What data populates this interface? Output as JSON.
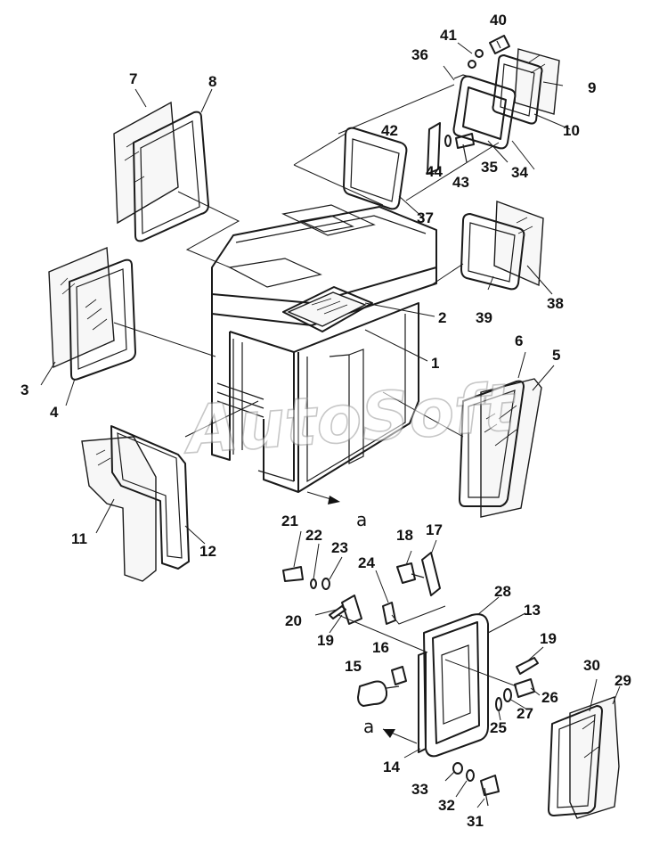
{
  "watermark": "AutoSoft",
  "view_marker": "a",
  "callouts": [
    {
      "id": "c1",
      "text": "1"
    },
    {
      "id": "c2",
      "text": "2"
    },
    {
      "id": "c3",
      "text": "3"
    },
    {
      "id": "c4",
      "text": "4"
    },
    {
      "id": "c5",
      "text": "5"
    },
    {
      "id": "c6",
      "text": "6"
    },
    {
      "id": "c7",
      "text": "7"
    },
    {
      "id": "c8",
      "text": "8"
    },
    {
      "id": "c9",
      "text": "9"
    },
    {
      "id": "c10",
      "text": "10"
    },
    {
      "id": "c11",
      "text": "11"
    },
    {
      "id": "c12",
      "text": "12"
    },
    {
      "id": "c13",
      "text": "13"
    },
    {
      "id": "c14",
      "text": "14"
    },
    {
      "id": "c15",
      "text": "15"
    },
    {
      "id": "c16",
      "text": "16"
    },
    {
      "id": "c17",
      "text": "17"
    },
    {
      "id": "c18",
      "text": "18"
    },
    {
      "id": "c19",
      "text": "19"
    },
    {
      "id": "c20",
      "text": "20"
    },
    {
      "id": "c21",
      "text": "21"
    },
    {
      "id": "c22",
      "text": "22"
    },
    {
      "id": "c23",
      "text": "23"
    },
    {
      "id": "c24",
      "text": "24"
    },
    {
      "id": "c25",
      "text": "25"
    },
    {
      "id": "c26",
      "text": "26"
    },
    {
      "id": "c27",
      "text": "27"
    },
    {
      "id": "c28",
      "text": "28"
    },
    {
      "id": "c29",
      "text": "29"
    },
    {
      "id": "c30",
      "text": "30"
    },
    {
      "id": "c31",
      "text": "31"
    },
    {
      "id": "c32",
      "text": "32"
    },
    {
      "id": "c33",
      "text": "33"
    },
    {
      "id": "c34",
      "text": "34"
    },
    {
      "id": "c35",
      "text": "35"
    },
    {
      "id": "c36",
      "text": "36"
    },
    {
      "id": "c37",
      "text": "37"
    },
    {
      "id": "c38",
      "text": "38"
    },
    {
      "id": "c39",
      "text": "39"
    },
    {
      "id": "c40",
      "text": "40"
    },
    {
      "id": "c41",
      "text": "41"
    },
    {
      "id": "c42",
      "text": "42"
    },
    {
      "id": "c43",
      "text": "43"
    },
    {
      "id": "c44",
      "text": "44"
    }
  ]
}
